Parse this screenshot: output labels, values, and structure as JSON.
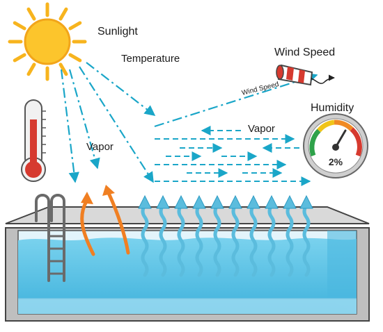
{
  "labels": {
    "sunlight": "Sunlight",
    "temperature": "Temperature",
    "wind_speed": "Wind Speed",
    "wind_speed_small": "Wind Speed",
    "humidity": "Humidity",
    "vapor_left": "Vapor",
    "vapor_right": "Vapor",
    "humidity_value": "2%"
  },
  "humidity_percent": 2,
  "icons": [
    "sun-icon",
    "thermometer-icon",
    "windsock-icon",
    "humidity-gauge-icon",
    "pool-ladder-icon"
  ],
  "colors": {
    "water": "#5cc3e4",
    "water_dark": "#2fa5d2",
    "arrow_blue": "#1aa6c8",
    "vapor_arrow": "#5bbcdd",
    "heat_arrow": "#f07f22",
    "sun": "#f7b41e",
    "thermo_red": "#d63a2f"
  }
}
